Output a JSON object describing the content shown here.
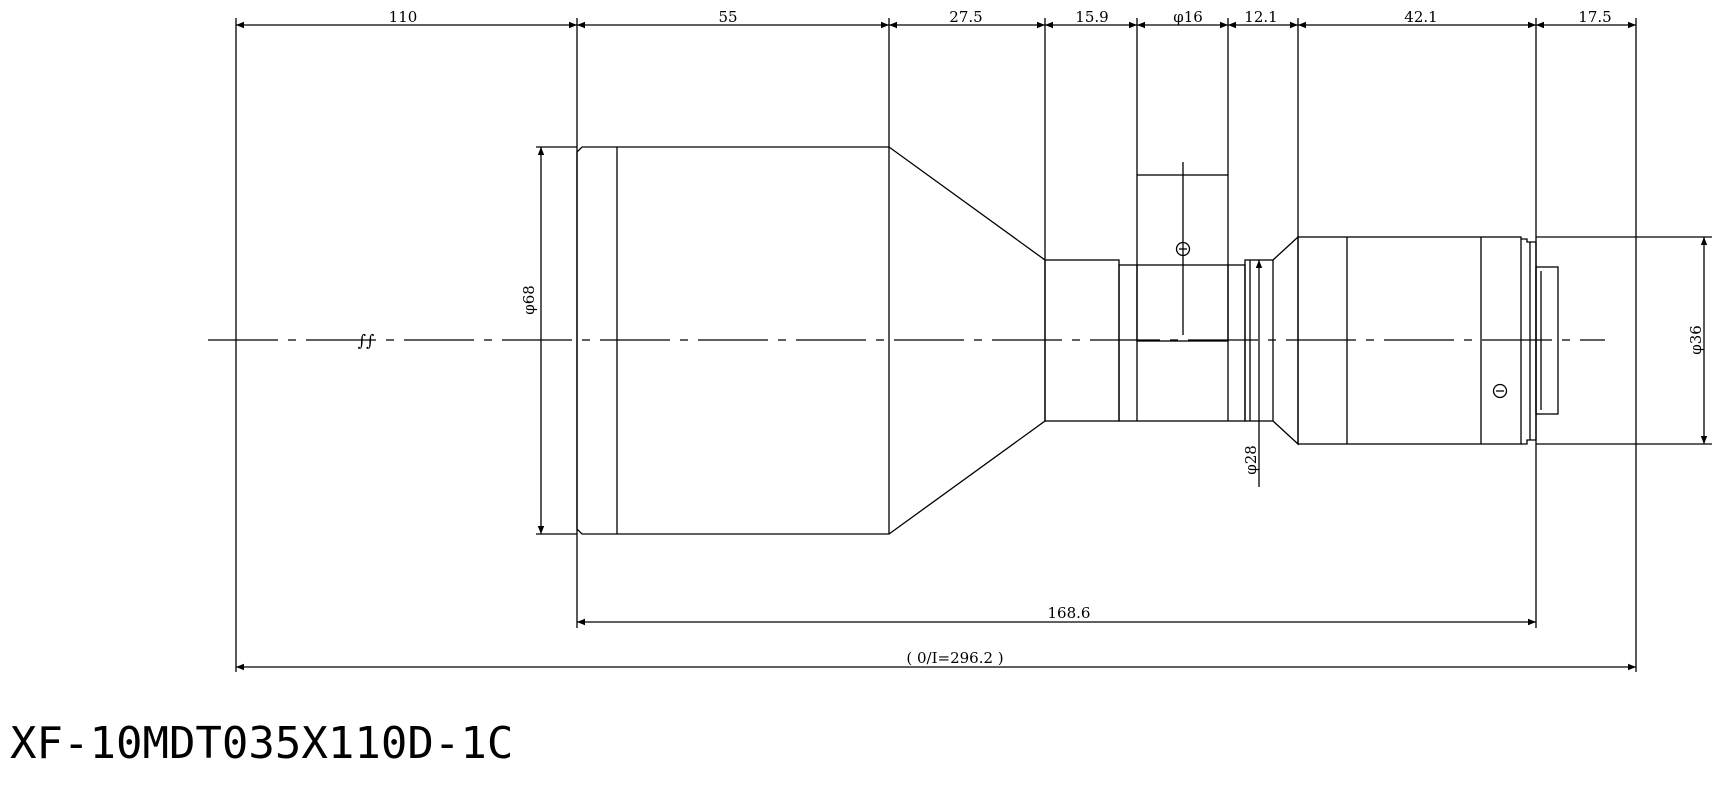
{
  "drawing": {
    "model": "XF-10MDT035X110D-1C",
    "top_dimensions": [
      "110",
      "55",
      "27.5",
      "15.9",
      "φ16",
      "12.1",
      "42.1",
      "17.5"
    ],
    "bottom_dimensions": {
      "lens_length": "168.6",
      "object_to_image": "( 0/I=296.2 )"
    },
    "diameters": {
      "front": "φ68",
      "waist": "φ28",
      "rear": "φ36"
    },
    "break_symbol": "∫∫",
    "line_color": "#000000"
  }
}
